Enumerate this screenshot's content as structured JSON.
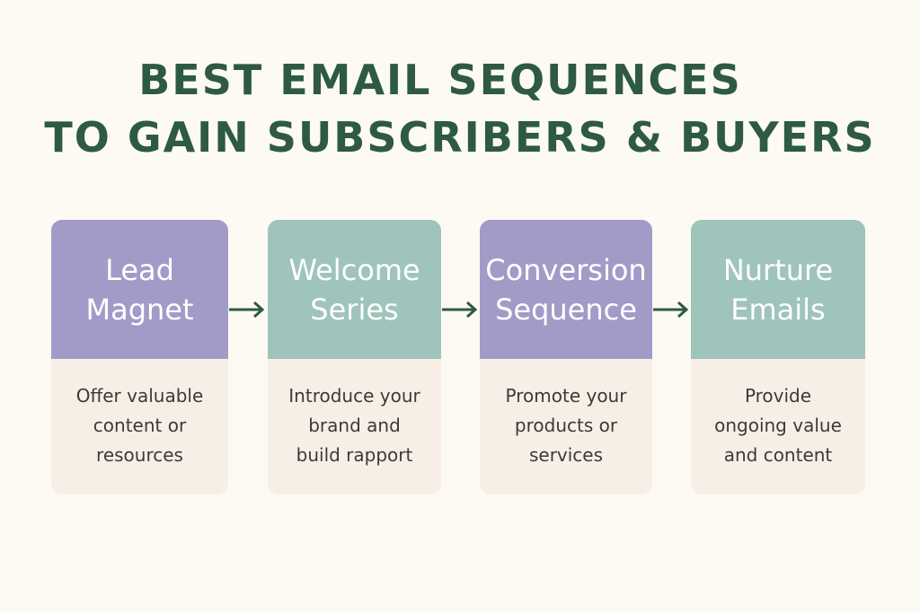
{
  "title": {
    "line1": "BEST EMAIL SEQUENCES",
    "line2": "TO GAIN SUBSCRIBERS & BUYERS"
  },
  "colors": {
    "title": "#2e5a42",
    "purple": "#a29bc8",
    "teal": "#9fc4bb",
    "card_body": "#f7efe6",
    "background": "#fdfaf4"
  },
  "steps": [
    {
      "title_lines": [
        "Lead",
        "Magnet"
      ],
      "desc_lines": [
        "Offer valuable",
        "content or",
        "resources"
      ]
    },
    {
      "title_lines": [
        "Welcome",
        "Series"
      ],
      "desc_lines": [
        "Introduce your",
        "brand and",
        "build rapport"
      ]
    },
    {
      "title_lines": [
        "Conversion",
        "Sequence"
      ],
      "desc_lines": [
        "Promote your",
        "products or",
        "services"
      ]
    },
    {
      "title_lines": [
        "Nurture",
        "Emails"
      ],
      "desc_lines": [
        "Provide",
        "ongoing value",
        "and content"
      ]
    }
  ]
}
